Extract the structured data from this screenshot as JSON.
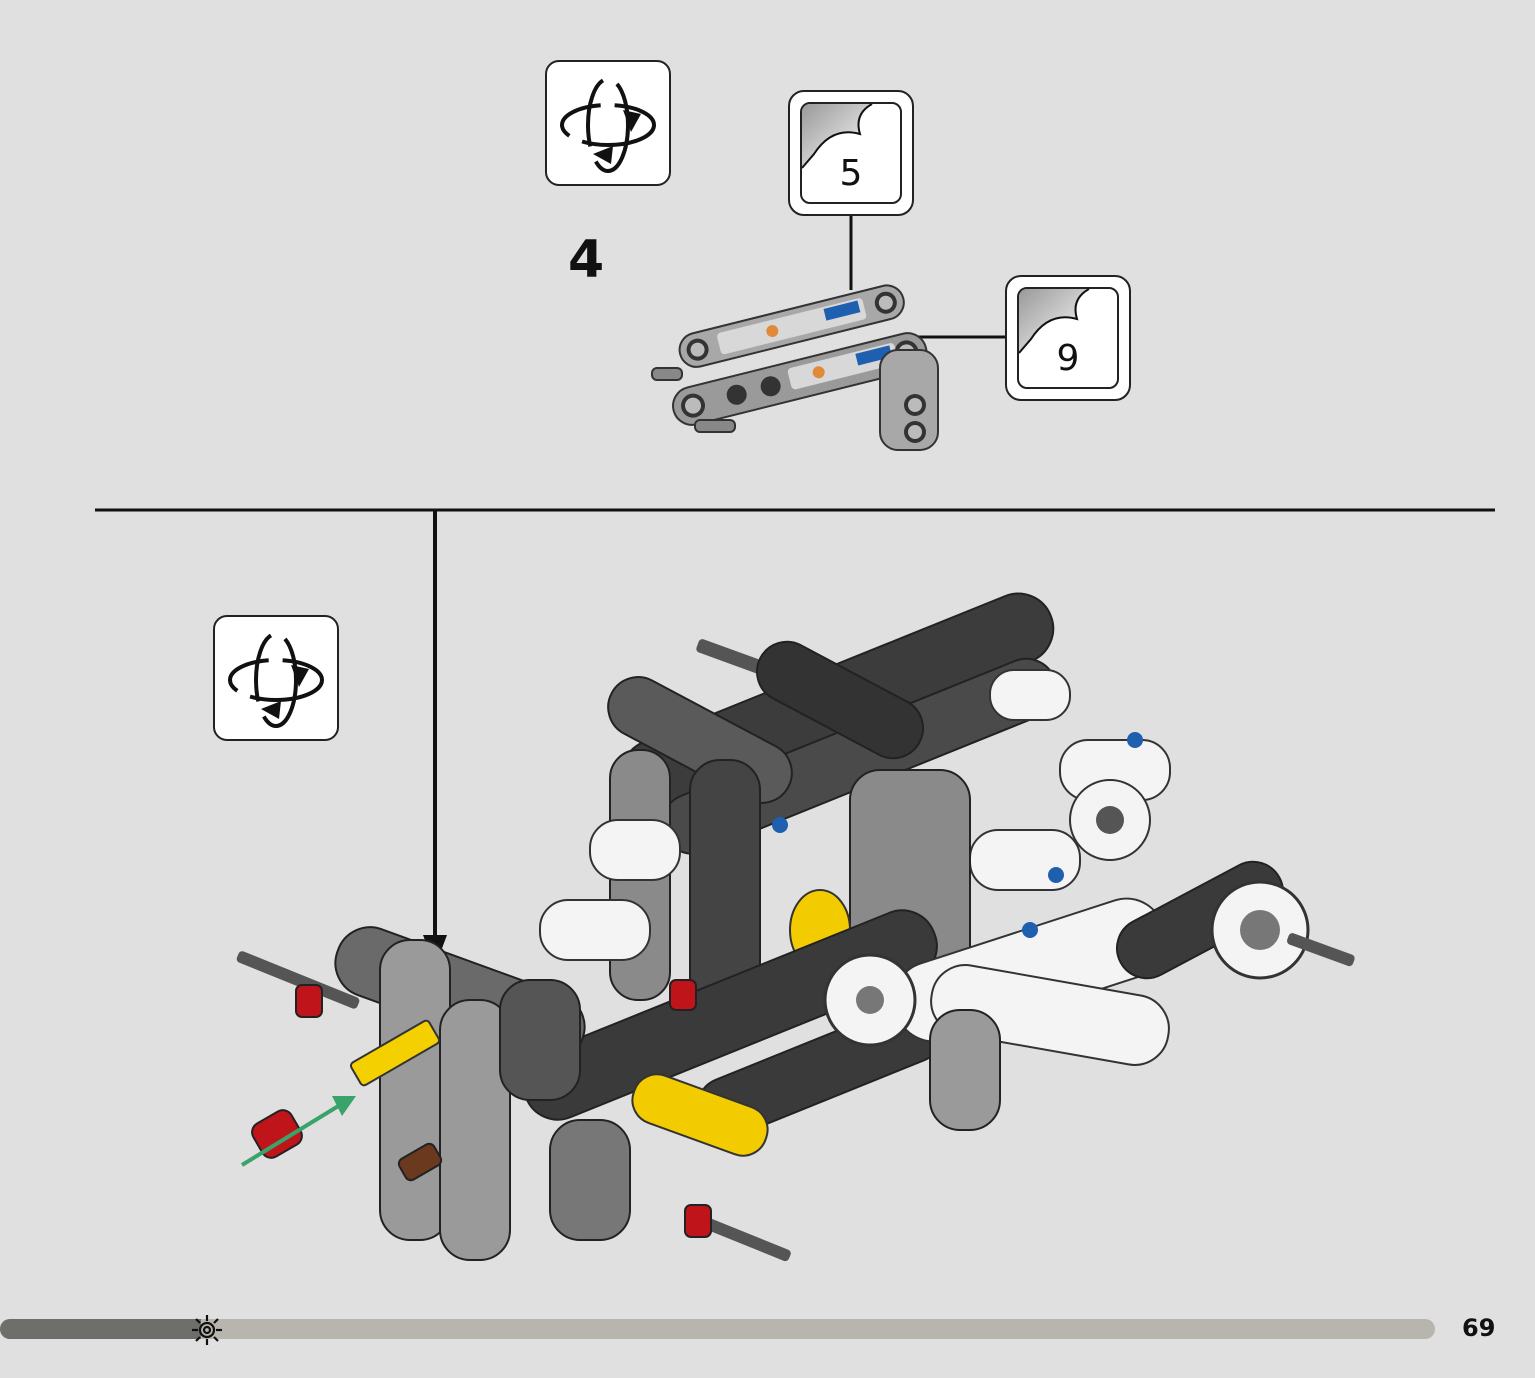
{
  "step": {
    "number": "4"
  },
  "stickers": [
    {
      "number": "5"
    },
    {
      "number": "9"
    }
  ],
  "icons": {
    "rotate_top": "rotate-model-icon",
    "rotate_bottom": "rotate-model-icon",
    "sticker": "sticker-icon",
    "progress": "gear-icon"
  },
  "footer": {
    "page_number": "69",
    "progress": 0.14
  },
  "colors": {
    "background": "#e0e0e0",
    "progress_done": "#6e6e6a",
    "progress_track": "#b8b4ae",
    "insert_arrow": "#3aa36a",
    "pin_red": "#c0141b",
    "axle_yellow": "#f5d000"
  }
}
